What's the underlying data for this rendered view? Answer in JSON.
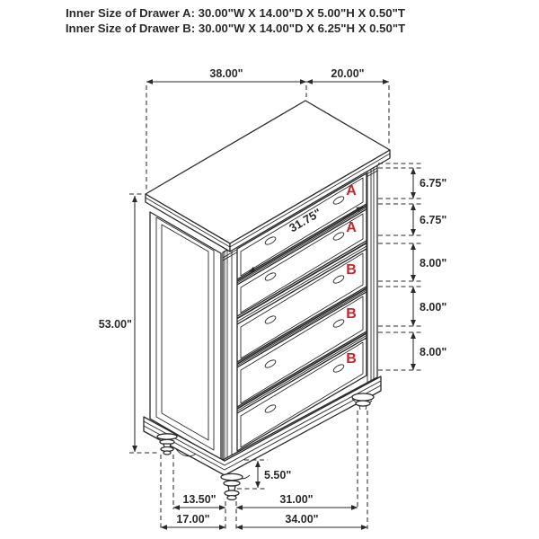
{
  "title": {
    "line1": "Inner Size of Drawer A: 30.00\"W X 14.00\"D X 5.00\"H X 0.50\"T",
    "line2": "Inner Size of Drawer B: 30.00\"W X 14.00\"D X 6.25\"H X 0.50\"T"
  },
  "chest": {
    "drawer_labels": [
      "A",
      "A",
      "B",
      "B",
      "B"
    ]
  },
  "dimensions": {
    "top_width": "38.00\"",
    "top_depth": "20.00\"",
    "overall_height": "53.00\"",
    "drawer_front_width": "31.75\"",
    "drawer_heights": [
      "6.75\"",
      "6.75\"",
      "8.00\"",
      "8.00\"",
      "8.00\""
    ],
    "leg_height": "5.50\"",
    "bottom": {
      "depth_inner": "13.50\"",
      "width_inner": "31.00\"",
      "depth_outer": "17.00\"",
      "width_outer": "34.00\""
    }
  },
  "colors": {
    "line": "#2a2a2a",
    "drawer_label_red": "#c1272d",
    "background": "#ffffff"
  }
}
